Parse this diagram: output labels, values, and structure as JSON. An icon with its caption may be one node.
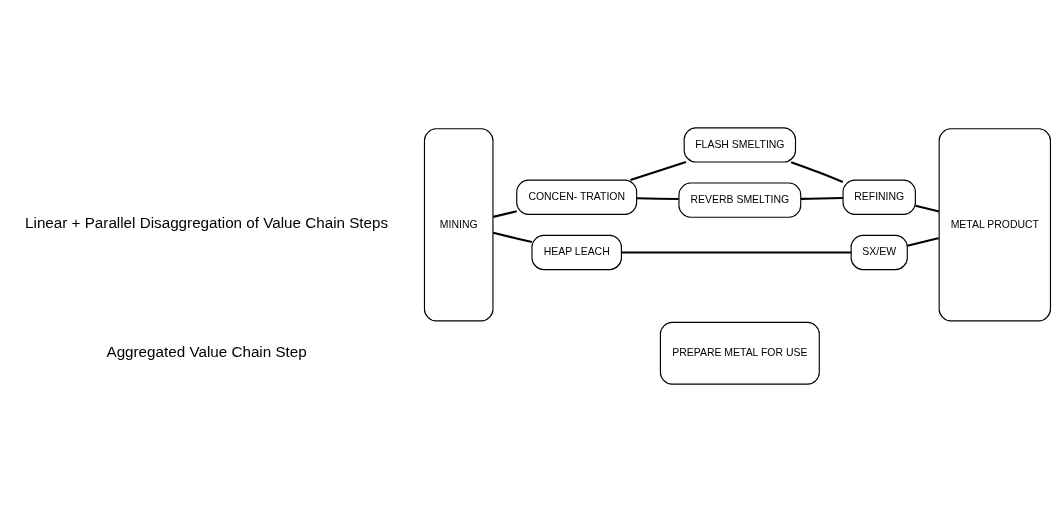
{
  "diagram": {
    "nodes": [
      {
        "text": [
          "PREPARE METAL FOR USE"
        ]
      },
      {
        "text": [
          "MINING"
        ]
      },
      {
        "text": [
          "CONCEN- TRATION"
        ]
      },
      {
        "text": [
          "FLASH SMELTING"
        ]
      },
      {
        "text": [
          "REVERB SMELTING"
        ]
      },
      {
        "text": [
          "REFINING"
        ]
      },
      {
        "text": [
          "HEAP LEACH"
        ]
      },
      {
        "text": [
          "SX/EW"
        ]
      },
      {
        "text": [
          "METAL PRODUCT"
        ]
      }
    ],
    "edges": [
      {
        "from": 1,
        "to": 2,
        "arrow": "none"
      },
      {
        "from": 2,
        "to": 3,
        "arrow": "none"
      },
      {
        "from": 2,
        "to": 4,
        "arrow": "none"
      },
      {
        "from": 3,
        "to": 5,
        "arrow": "none"
      },
      {
        "from": 4,
        "to": 5,
        "arrow": "none"
      },
      {
        "from": 5,
        "to": 8,
        "arrow": "none"
      },
      {
        "from": 1,
        "to": 6,
        "arrow": "none"
      },
      {
        "from": 6,
        "to": 7,
        "arrow": "none"
      },
      {
        "from": 7,
        "to": 8,
        "arrow": "none"
      }
    ],
    "labels": [
      "Aggregated Value Chain Step",
      "Linear + Parallel Disaggregation of Value Chain Steps"
    ]
  }
}
